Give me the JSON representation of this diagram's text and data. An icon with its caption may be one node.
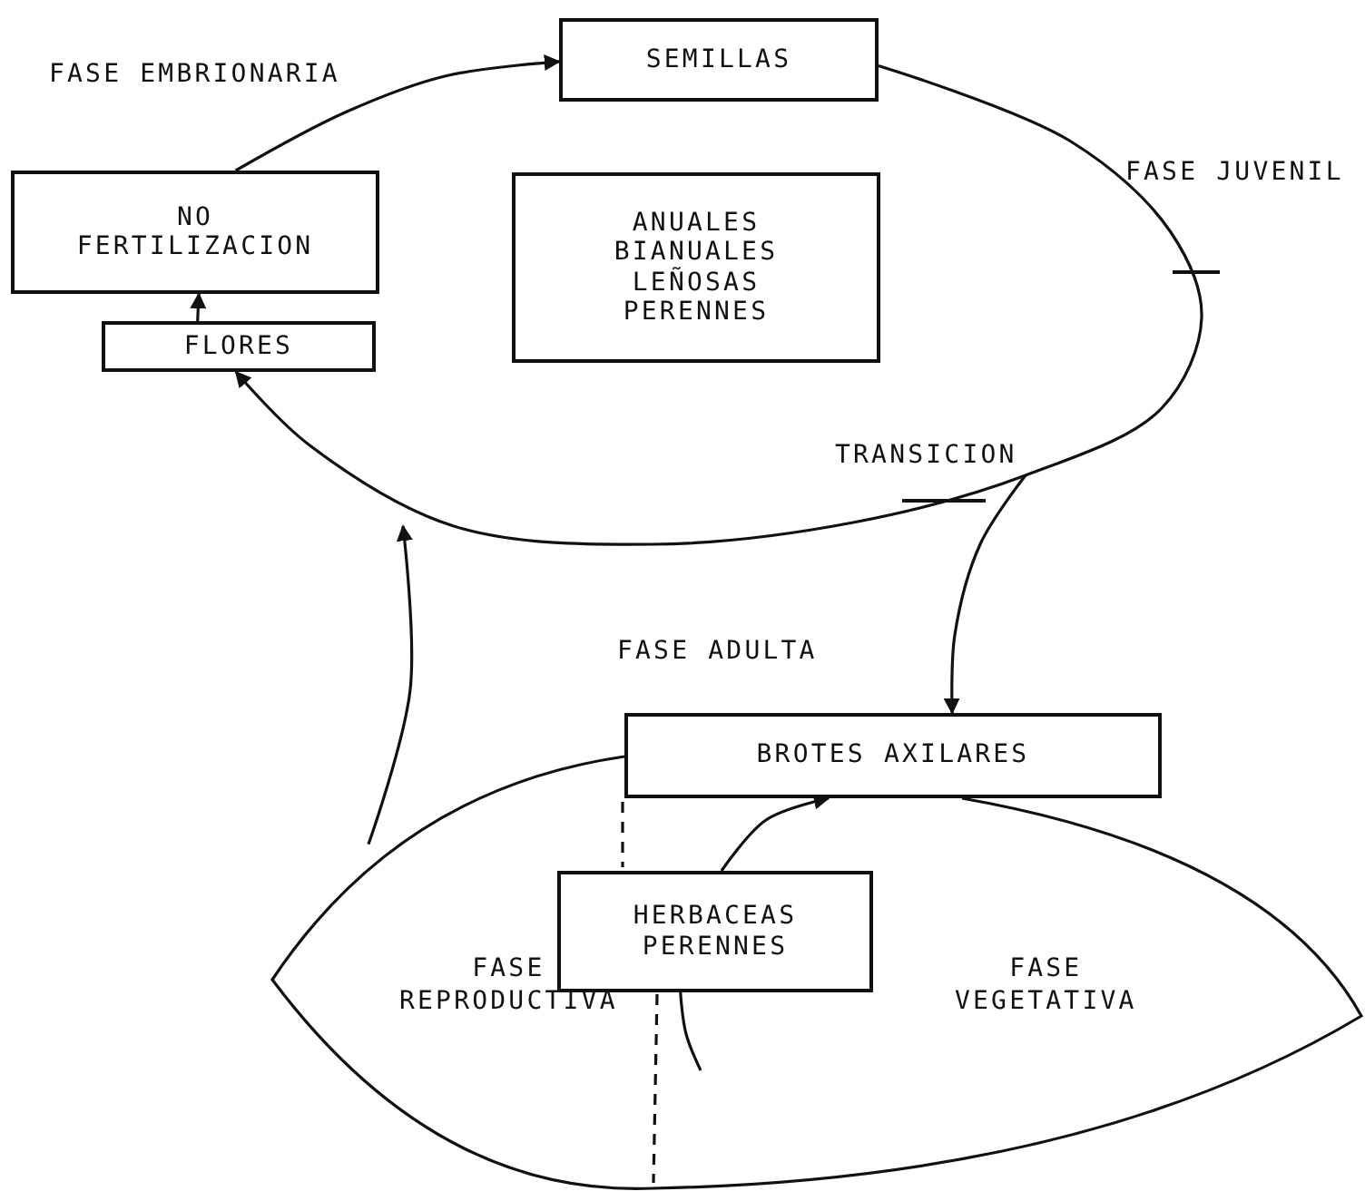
{
  "diagram": {
    "nodes": [
      {
        "text": [
          "SEMILLAS"
        ]
      },
      {
        "text": [
          "NO FERTILIZACION"
        ]
      },
      {
        "text": [
          "FLORES"
        ]
      },
      {
        "text": [
          "ANUALES BIANUALES LEÑOSAS PERENNES"
        ]
      },
      {
        "text": [
          "BROTES AXILARES"
        ]
      },
      {
        "text": [
          "FASE REPRODUCTIVA",
          "FASE VEGETATIVA"
        ]
      },
      {
        "text": [
          "HERBACEAS PERENNES"
        ],
        "in": 5
      }
    ],
    "edges": [
      {
        "from": 1,
        "to": 0,
        "arrow": "to"
      },
      {
        "from": 0,
        "to": 2,
        "arrow": "to"
      },
      {
        "from": 2,
        "to": 1,
        "arrow": "to"
      },
      {
        "from": null,
        "to": 4,
        "arrow": "to"
      },
      {
        "from": 5,
        "to": null,
        "arrow": "to"
      },
      {
        "from": 6,
        "to": 4,
        "arrow": "to"
      },
      {
        "from": 6,
        "to": null,
        "arrow": "none"
      }
    ],
    "labels": [
      "FASE EMBRIONARIA",
      "FASE JUVENIL",
      "TRANSICION",
      "FASE ADULTA"
    ]
  }
}
